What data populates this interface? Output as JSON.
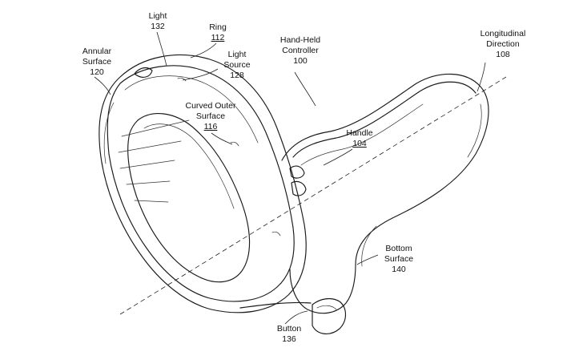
{
  "labels": {
    "light": {
      "name": "Light",
      "ref": "132"
    },
    "ring": {
      "name": "Ring",
      "ref": "112"
    },
    "light_source": {
      "name1": "Light",
      "name2": "Source",
      "ref": "128"
    },
    "annular_surface": {
      "name1": "Annular",
      "name2": "Surface",
      "ref": "120"
    },
    "curved_outer_surface": {
      "name1": "Curved Outer",
      "name2": "Surface",
      "ref": "116"
    },
    "hand_held_controller": {
      "name1": "Hand-Held",
      "name2": "Controller",
      "ref": "100"
    },
    "longitudinal_direction": {
      "name1": "Longitudinal",
      "name2": "Direction",
      "ref": "108"
    },
    "handle": {
      "name": "Handle",
      "ref": "104"
    },
    "bottom_surface": {
      "name1": "Bottom",
      "name2": "Surface",
      "ref": "140"
    },
    "button": {
      "name": "Button",
      "ref": "136"
    }
  },
  "colors": {
    "ink": "#1a1a1a",
    "background": "#ffffff"
  }
}
